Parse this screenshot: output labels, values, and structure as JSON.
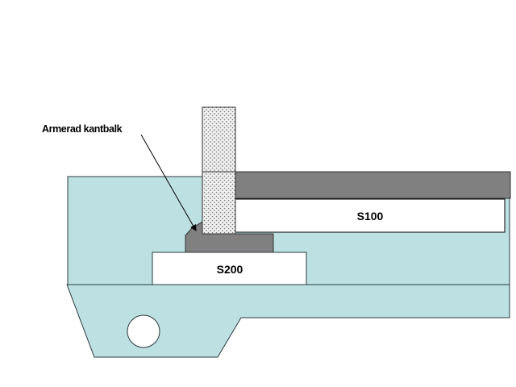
{
  "annotation": "Armerad kantbalk",
  "labels": {
    "upper_slab": "S100",
    "lower_slab": "S200"
  },
  "colors": {
    "ground": "#bde0e3",
    "concrete_dark": "#808080",
    "slab": "#ffffff",
    "outline": "#2b3a3c"
  }
}
